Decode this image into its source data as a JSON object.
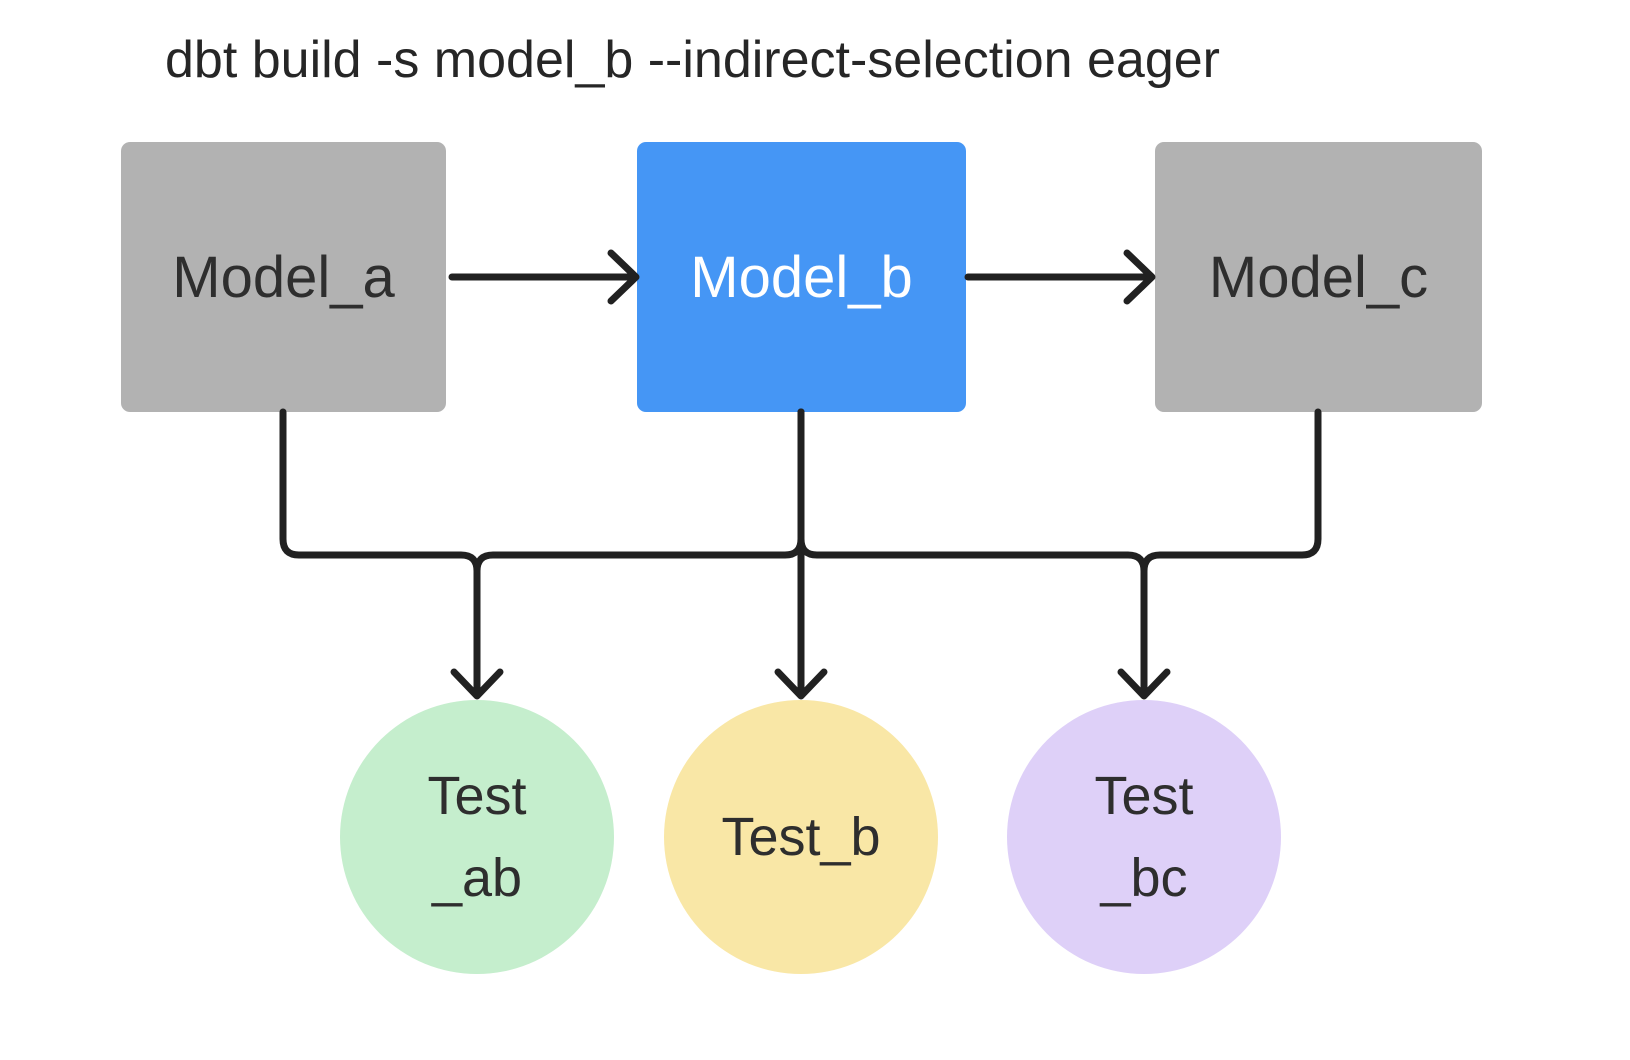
{
  "title": "dbt build -s model_b --indirect-selection eager",
  "colors": {
    "background": "#ffffff",
    "title_text": "#262626",
    "edge": "#212121",
    "model_gray": "#b2b2b2",
    "model_selected_blue": "#4596f5",
    "model_text_dark": "#2e2e2e",
    "model_selected_text": "#ffffff",
    "test_ab_green": "#c5eecd",
    "test_b_yellow": "#f9e7a6",
    "test_bc_purple": "#ded0f8",
    "test_text_dark": "#2e2e2e"
  },
  "nodes": {
    "model_a": {
      "label": "Model_a",
      "type": "model",
      "selected": false
    },
    "model_b": {
      "label": "Model_b",
      "type": "model",
      "selected": true
    },
    "model_c": {
      "label": "Model_c",
      "type": "model",
      "selected": false
    },
    "test_ab": {
      "line1": "Test",
      "line2": "_ab",
      "type": "test"
    },
    "test_b": {
      "line1": "Test_b",
      "type": "test"
    },
    "test_bc": {
      "line1": "Test",
      "line2": "_bc",
      "type": "test"
    }
  },
  "edges": [
    {
      "from": "model_a",
      "to": "model_b"
    },
    {
      "from": "model_b",
      "to": "model_c"
    },
    {
      "from": "model_a",
      "to": "test_ab"
    },
    {
      "from": "model_b",
      "to": "test_ab"
    },
    {
      "from": "model_b",
      "to": "test_b"
    },
    {
      "from": "model_b",
      "to": "test_bc"
    },
    {
      "from": "model_c",
      "to": "test_bc"
    }
  ]
}
